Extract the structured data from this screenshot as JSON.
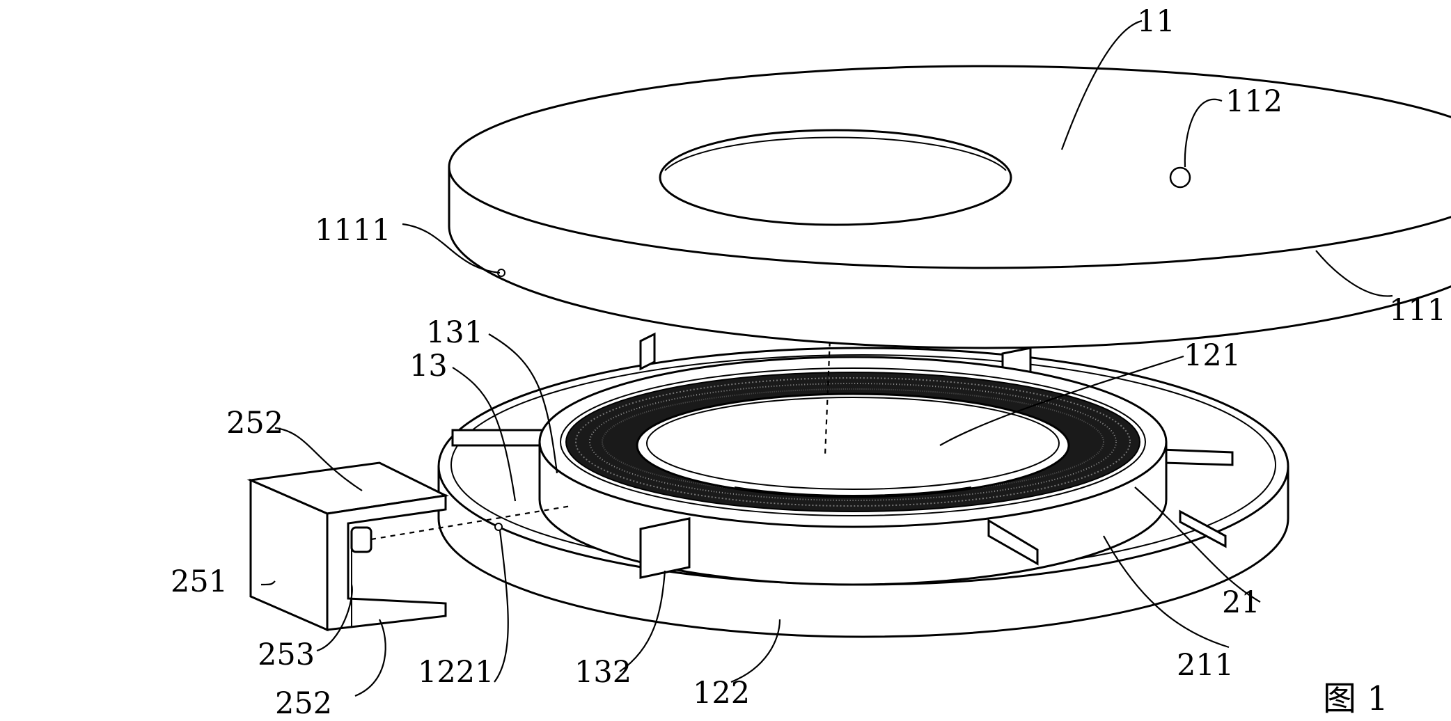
{
  "figure": {
    "caption": "图 1",
    "labels": {
      "l11": "11",
      "l112": "112",
      "l1111": "1111",
      "l111": "111",
      "l131": "131",
      "l121": "121",
      "l13": "13",
      "l252_top": "252",
      "l251": "251",
      "l253": "253",
      "l252_bottom": "252",
      "l1221": "1221",
      "l132": "132",
      "l122": "122",
      "l211": "211",
      "l21": "21"
    }
  }
}
